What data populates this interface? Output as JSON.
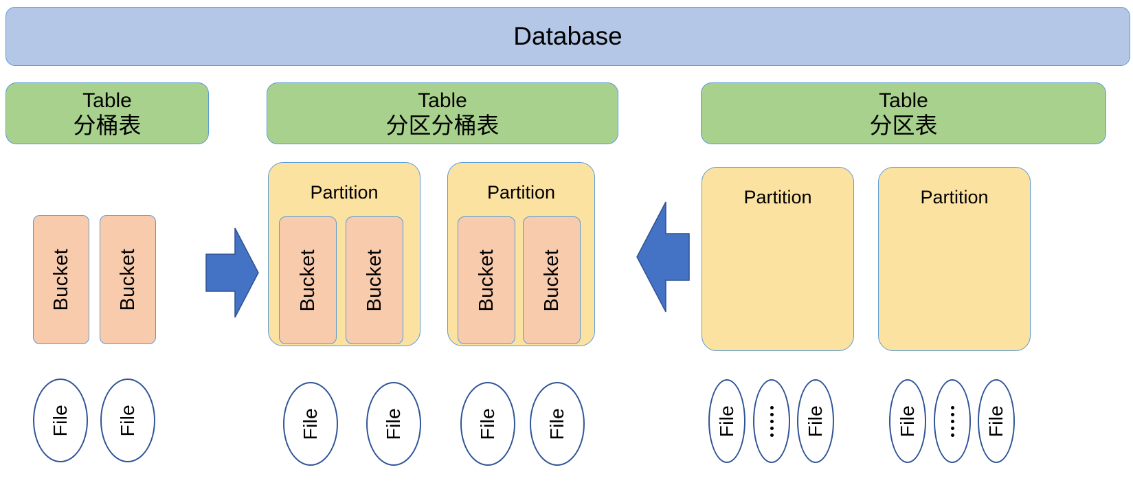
{
  "diagram": {
    "title": "Database",
    "database_label": "Database",
    "colors": {
      "database_fill": "#B4C7E7",
      "table_fill": "#A9D18E",
      "partition_fill": "#FBE2A0",
      "bucket_fill": "#F8CBAD",
      "arrow_fill": "#4472C4",
      "ellipse_stroke": "#2F5496",
      "box_stroke": "#5B9BD5",
      "background": "#FFFFFF"
    },
    "tables": [
      {
        "id": "bucketed-table",
        "label_en": "Table",
        "label_cn": "分桶表",
        "buckets": [
          {
            "label": "Bucket"
          },
          {
            "label": "Bucket"
          }
        ],
        "files": [
          {
            "label": "File"
          },
          {
            "label": "File"
          }
        ]
      },
      {
        "id": "partitioned-bucketed-table",
        "label_en": "Table",
        "label_cn": "分区分桶表",
        "partitions": [
          {
            "label": "Partition",
            "buckets": [
              {
                "label": "Bucket"
              },
              {
                "label": "Bucket"
              }
            ],
            "files": [
              {
                "label": "File"
              },
              {
                "label": "File"
              }
            ]
          },
          {
            "label": "Partition",
            "buckets": [
              {
                "label": "Bucket"
              },
              {
                "label": "Bucket"
              }
            ],
            "files": [
              {
                "label": "File"
              },
              {
                "label": "File"
              }
            ]
          }
        ]
      },
      {
        "id": "partitioned-table",
        "label_en": "Table",
        "label_cn": "分区表",
        "partitions": [
          {
            "label": "Partition",
            "files": [
              {
                "label": "File"
              },
              {
                "label": "⋮"
              },
              {
                "label": "File"
              }
            ]
          },
          {
            "label": "Partition",
            "files": [
              {
                "label": "File"
              },
              {
                "label": "⋮"
              },
              {
                "label": "File"
              }
            ]
          }
        ]
      }
    ],
    "arrows": [
      {
        "id": "arrow-right",
        "direction": "right"
      },
      {
        "id": "arrow-left",
        "direction": "left"
      }
    ]
  }
}
